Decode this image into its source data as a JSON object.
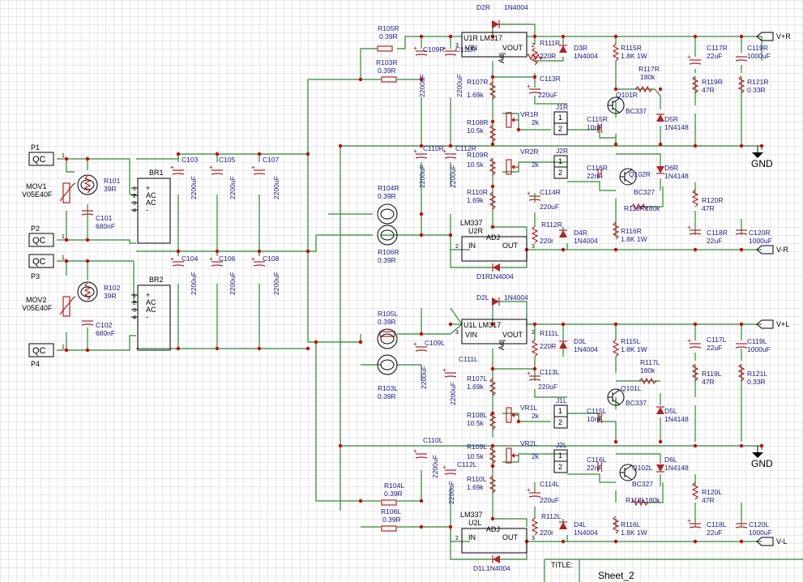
{
  "sheet": {
    "title_label": "TITLE:",
    "name": "Sheet_2"
  },
  "colors": {
    "wire": "#2e8b2e",
    "part": "#b22222",
    "label": "#1a1a8c",
    "junction": "#cc0000"
  },
  "connectors": [
    {
      "id": "p1",
      "ref": "P1",
      "label": "QC",
      "pin": "1"
    },
    {
      "id": "p2",
      "ref": "P2",
      "label": "QC",
      "pin": "1"
    },
    {
      "id": "p3",
      "ref": "P3",
      "label": "QC",
      "pin": "1"
    },
    {
      "id": "p4",
      "ref": "P4",
      "label": "QC",
      "pin": "1"
    }
  ],
  "ports": [
    {
      "id": "vpr",
      "label": "V+R"
    },
    {
      "id": "vmr",
      "label": "V-R"
    },
    {
      "id": "vpl",
      "label": "V+L"
    },
    {
      "id": "vml",
      "label": "V-L"
    }
  ],
  "gnd": [
    {
      "id": "gnd1",
      "label": "GND"
    },
    {
      "id": "gnd2",
      "label": "GND"
    }
  ],
  "bridges": [
    {
      "id": "br1",
      "ref": "BR1",
      "pins": [
        "+",
        "AC",
        "AC",
        "-"
      ],
      "nums": [
        "1",
        "2",
        "3",
        "4"
      ]
    },
    {
      "id": "br2",
      "ref": "BR2",
      "pins": [
        "+",
        "AC",
        "AC",
        "-"
      ],
      "nums": [
        "1",
        "2",
        "3",
        "4"
      ]
    }
  ],
  "movs": [
    {
      "id": "mov1",
      "ref": "MOV1",
      "value": "V05E40F"
    },
    {
      "id": "mov2",
      "ref": "MOV2",
      "value": "V05E40F"
    }
  ],
  "regulators": [
    {
      "id": "u1r",
      "ref": "U1R LM317",
      "vin": "VIN",
      "vout": "VOUT",
      "adj": "Adj",
      "n1": "3",
      "n2": "2",
      "n3": "1"
    },
    {
      "id": "u2r",
      "ref": "U2R",
      "part": "LM337",
      "vin": "IN",
      "vout": "OUT",
      "adj": "ADJ",
      "n1": "2",
      "n2": "3",
      "n3": "1"
    },
    {
      "id": "u1l",
      "ref": "U1L LM317",
      "vin": "VIN",
      "vout": "VOUT",
      "adj": "Adj",
      "n1": "3",
      "n2": "2",
      "n3": "1"
    },
    {
      "id": "u2l",
      "ref": "U2L",
      "part": "LM337",
      "vin": "IN",
      "vout": "OUT",
      "adj": "ADJ",
      "n1": "2",
      "n2": "3",
      "n3": "1"
    }
  ],
  "jumpers": [
    {
      "id": "j1r",
      "ref": "J1R",
      "a": "1",
      "b": "2"
    },
    {
      "id": "j2r",
      "ref": "J2R",
      "a": "1",
      "b": "2"
    },
    {
      "id": "j1l",
      "ref": "J1L",
      "a": "1",
      "b": "2"
    },
    {
      "id": "j2l",
      "ref": "J2L",
      "a": "1",
      "b": "2"
    }
  ],
  "labels": [
    {
      "id": "r101",
      "text": "R101"
    },
    {
      "id": "r101v",
      "text": "39R"
    },
    {
      "id": "c101",
      "text": "C101"
    },
    {
      "id": "c101v",
      "text": "680nF"
    },
    {
      "id": "r102",
      "text": "R102"
    },
    {
      "id": "r102v",
      "text": "39R"
    },
    {
      "id": "c102",
      "text": "C102"
    },
    {
      "id": "c102v",
      "text": "680nF"
    },
    {
      "id": "c103",
      "text": "C103"
    },
    {
      "id": "c103v",
      "text": "2200uF"
    },
    {
      "id": "c105",
      "text": "C105"
    },
    {
      "id": "c105v",
      "text": "2200uF"
    },
    {
      "id": "c107",
      "text": "C107"
    },
    {
      "id": "c107v",
      "text": "2200uF"
    },
    {
      "id": "c104",
      "text": "C104"
    },
    {
      "id": "c104v",
      "text": "2200uF"
    },
    {
      "id": "c106",
      "text": "C106"
    },
    {
      "id": "c106v",
      "text": "2200uF"
    },
    {
      "id": "c108",
      "text": "C108"
    },
    {
      "id": "c108v",
      "text": "2200uF"
    },
    {
      "id": "r105r",
      "text": "R105R"
    },
    {
      "id": "r105rv",
      "text": "0.39R"
    },
    {
      "id": "r103r",
      "text": "R103R"
    },
    {
      "id": "r103rv",
      "text": "0.39R"
    },
    {
      "id": "r104r",
      "text": "R104R"
    },
    {
      "id": "r104rv",
      "text": "0.39R"
    },
    {
      "id": "r106r",
      "text": "R106R"
    },
    {
      "id": "r106rv",
      "text": "0.39R"
    },
    {
      "id": "c109r",
      "text": "C109R"
    },
    {
      "id": "c109rv",
      "text": "2200uF"
    },
    {
      "id": "c111r",
      "text": "C111R"
    },
    {
      "id": "c111rv",
      "text": "2200uF"
    },
    {
      "id": "c110r",
      "text": "C110R"
    },
    {
      "id": "c110rv",
      "text": "2200uF"
    },
    {
      "id": "c112r",
      "text": "C112R"
    },
    {
      "id": "c112rv",
      "text": "2200uF"
    },
    {
      "id": "d2r",
      "text": "D2R"
    },
    {
      "id": "d2rv",
      "text": "1N4004"
    },
    {
      "id": "r111r",
      "text": "R111R"
    },
    {
      "id": "r111rv",
      "text": "220R"
    },
    {
      "id": "d3r",
      "text": "D3R"
    },
    {
      "id": "d3rv",
      "text": "1N4004"
    },
    {
      "id": "r115r",
      "text": "R115R"
    },
    {
      "id": "r115rv",
      "text": "1.8K 1W"
    },
    {
      "id": "c117r",
      "text": "C117R"
    },
    {
      "id": "c117rv",
      "text": "22uF"
    },
    {
      "id": "c119r",
      "text": "C119R"
    },
    {
      "id": "c119rv",
      "text": "1000uF"
    },
    {
      "id": "r117r",
      "text": "R117R"
    },
    {
      "id": "r117rv",
      "text": "180k"
    },
    {
      "id": "r119r",
      "text": "R119R"
    },
    {
      "id": "r119rv",
      "text": "47R"
    },
    {
      "id": "r121r",
      "text": "R121R"
    },
    {
      "id": "r121rv",
      "text": "0.33R"
    },
    {
      "id": "c113r",
      "text": "C113R"
    },
    {
      "id": "c113rv",
      "text": "220uF"
    },
    {
      "id": "r107r",
      "text": "R107R"
    },
    {
      "id": "r107rv",
      "text": "1.69k"
    },
    {
      "id": "q101r",
      "text": "Q101R"
    },
    {
      "id": "q101rv",
      "text": "BC337"
    },
    {
      "id": "c115r",
      "text": "C115R"
    },
    {
      "id": "c115rv",
      "text": "10nF"
    },
    {
      "id": "d5r",
      "text": "D5R"
    },
    {
      "id": "d5rv",
      "text": "1N4148"
    },
    {
      "id": "r108r",
      "text": "R108R"
    },
    {
      "id": "r108rv",
      "text": "10.5k"
    },
    {
      "id": "vr1r",
      "text": "VR1R"
    },
    {
      "id": "vr1rv",
      "text": "2k"
    },
    {
      "id": "vr2r",
      "text": "VR2R"
    },
    {
      "id": "vr2rv",
      "text": "2k"
    },
    {
      "id": "r109r",
      "text": "R109R"
    },
    {
      "id": "r109rv",
      "text": "10.5k"
    },
    {
      "id": "c116r",
      "text": "C116R"
    },
    {
      "id": "c116rv",
      "text": "22nF"
    },
    {
      "id": "d6r",
      "text": "D6R"
    },
    {
      "id": "d6rv",
      "text": "1N4148"
    },
    {
      "id": "q102r",
      "text": "Q102R"
    },
    {
      "id": "q102rv",
      "text": "BC327"
    },
    {
      "id": "r110r",
      "text": "R110R"
    },
    {
      "id": "r110rv",
      "text": "1.69k"
    },
    {
      "id": "c114r",
      "text": "C114R"
    },
    {
      "id": "c114rv",
      "text": "220uF"
    },
    {
      "id": "r118r",
      "text": "R118R"
    },
    {
      "id": "r118rv",
      "text": "180k"
    },
    {
      "id": "r120r",
      "text": "R120R"
    },
    {
      "id": "r120rv",
      "text": "47R"
    },
    {
      "id": "r112r",
      "text": "R112R"
    },
    {
      "id": "r112rv",
      "text": "220r"
    },
    {
      "id": "d4r",
      "text": "D4R"
    },
    {
      "id": "d4rv",
      "text": "1N4004"
    },
    {
      "id": "r116r",
      "text": "R116R"
    },
    {
      "id": "r116rv",
      "text": "1.8K 1W"
    },
    {
      "id": "c118r",
      "text": "C118R"
    },
    {
      "id": "c118rv",
      "text": "22uF"
    },
    {
      "id": "c120r",
      "text": "C120R"
    },
    {
      "id": "c120rv",
      "text": "1000uF"
    },
    {
      "id": "d1r",
      "text": "D1R"
    },
    {
      "id": "d1rv",
      "text": "1N4004"
    },
    {
      "id": "d2l",
      "text": "D2L"
    },
    {
      "id": "d2lv",
      "text": "1N4004"
    },
    {
      "id": "r105l",
      "text": "R105L"
    },
    {
      "id": "r105lv",
      "text": "0.39R"
    },
    {
      "id": "r103l",
      "text": "R103L"
    },
    {
      "id": "r103lv",
      "text": "0.39R"
    },
    {
      "id": "c109l",
      "text": "C109L"
    },
    {
      "id": "c109lv",
      "text": "2200uF"
    },
    {
      "id": "c111l",
      "text": "C111L"
    },
    {
      "id": "c111lv",
      "text": "2200uF"
    },
    {
      "id": "r111l",
      "text": "R111L"
    },
    {
      "id": "r111lv",
      "text": "220R"
    },
    {
      "id": "d3l",
      "text": "D3L"
    },
    {
      "id": "d3lv",
      "text": "1N4004"
    },
    {
      "id": "r115l",
      "text": "R115L"
    },
    {
      "id": "r115lv",
      "text": "1.8K 1W"
    },
    {
      "id": "c117l",
      "text": "C117L"
    },
    {
      "id": "c117lv",
      "text": "22uF"
    },
    {
      "id": "c119l",
      "text": "C119L"
    },
    {
      "id": "c119lv",
      "text": "1000uF"
    },
    {
      "id": "r117l",
      "text": "R117L"
    },
    {
      "id": "r117lv",
      "text": "180k"
    },
    {
      "id": "r119l",
      "text": "R119L"
    },
    {
      "id": "r119lv",
      "text": "47R"
    },
    {
      "id": "r121l",
      "text": "R121L"
    },
    {
      "id": "r121lv",
      "text": "0.33R"
    },
    {
      "id": "c113l",
      "text": "C113L"
    },
    {
      "id": "c113lv",
      "text": "220uF"
    },
    {
      "id": "r107l",
      "text": "R107L"
    },
    {
      "id": "r107lv",
      "text": "1.69k"
    },
    {
      "id": "q101l",
      "text": "Q101L"
    },
    {
      "id": "q101lv",
      "text": "BC337"
    },
    {
      "id": "c115l",
      "text": "C115L"
    },
    {
      "id": "c115lv",
      "text": "10nF"
    },
    {
      "id": "d5l",
      "text": "D5L"
    },
    {
      "id": "d5lv",
      "text": "1N4148"
    },
    {
      "id": "r108l",
      "text": "R108L"
    },
    {
      "id": "r108lv",
      "text": "10.5k"
    },
    {
      "id": "vr1l",
      "text": "VR1L"
    },
    {
      "id": "vr1lv",
      "text": "2k"
    },
    {
      "id": "c110l",
      "text": "C110L"
    },
    {
      "id": "c110lv",
      "text": "2200uF"
    },
    {
      "id": "vr2l",
      "text": "VR2L"
    },
    {
      "id": "vr2lv",
      "text": "2k"
    },
    {
      "id": "r109l",
      "text": "R109L"
    },
    {
      "id": "r109lv",
      "text": "10.5k"
    },
    {
      "id": "c112l",
      "text": "C112L"
    },
    {
      "id": "c112lv",
      "text": "2200uF"
    },
    {
      "id": "c116l",
      "text": "C116L"
    },
    {
      "id": "c116lv",
      "text": "22nF"
    },
    {
      "id": "d6l",
      "text": "D6L"
    },
    {
      "id": "d6lv",
      "text": "1N4148"
    },
    {
      "id": "q102l",
      "text": "Q102L"
    },
    {
      "id": "q102lv",
      "text": "BC327"
    },
    {
      "id": "r110l",
      "text": "R110L"
    },
    {
      "id": "r110lv",
      "text": "1.69k"
    },
    {
      "id": "c114l",
      "text": "C114L"
    },
    {
      "id": "c114lv",
      "text": "220uF"
    },
    {
      "id": "r118l",
      "text": "R118L"
    },
    {
      "id": "r118lv",
      "text": "180k"
    },
    {
      "id": "r120l",
      "text": "R120L"
    },
    {
      "id": "r120lv",
      "text": "47R"
    },
    {
      "id": "r104l",
      "text": "R104L"
    },
    {
      "id": "r104lv",
      "text": "0.39R"
    },
    {
      "id": "r106l",
      "text": "R106L"
    },
    {
      "id": "r106lv",
      "text": "0.39R"
    },
    {
      "id": "r112l",
      "text": "R112L"
    },
    {
      "id": "r112lv",
      "text": "220r"
    },
    {
      "id": "d4l",
      "text": "D4L"
    },
    {
      "id": "d4lv",
      "text": "1N4004"
    },
    {
      "id": "r116l",
      "text": "R116L"
    },
    {
      "id": "r116lv",
      "text": "1.8K 1W"
    },
    {
      "id": "c118l",
      "text": "C118L"
    },
    {
      "id": "c118lv",
      "text": "22uF"
    },
    {
      "id": "c120l",
      "text": "C120L"
    },
    {
      "id": "c120lv",
      "text": "1000uF"
    },
    {
      "id": "d1l",
      "text": "D1L"
    },
    {
      "id": "d1lv",
      "text": "1N4004"
    }
  ]
}
